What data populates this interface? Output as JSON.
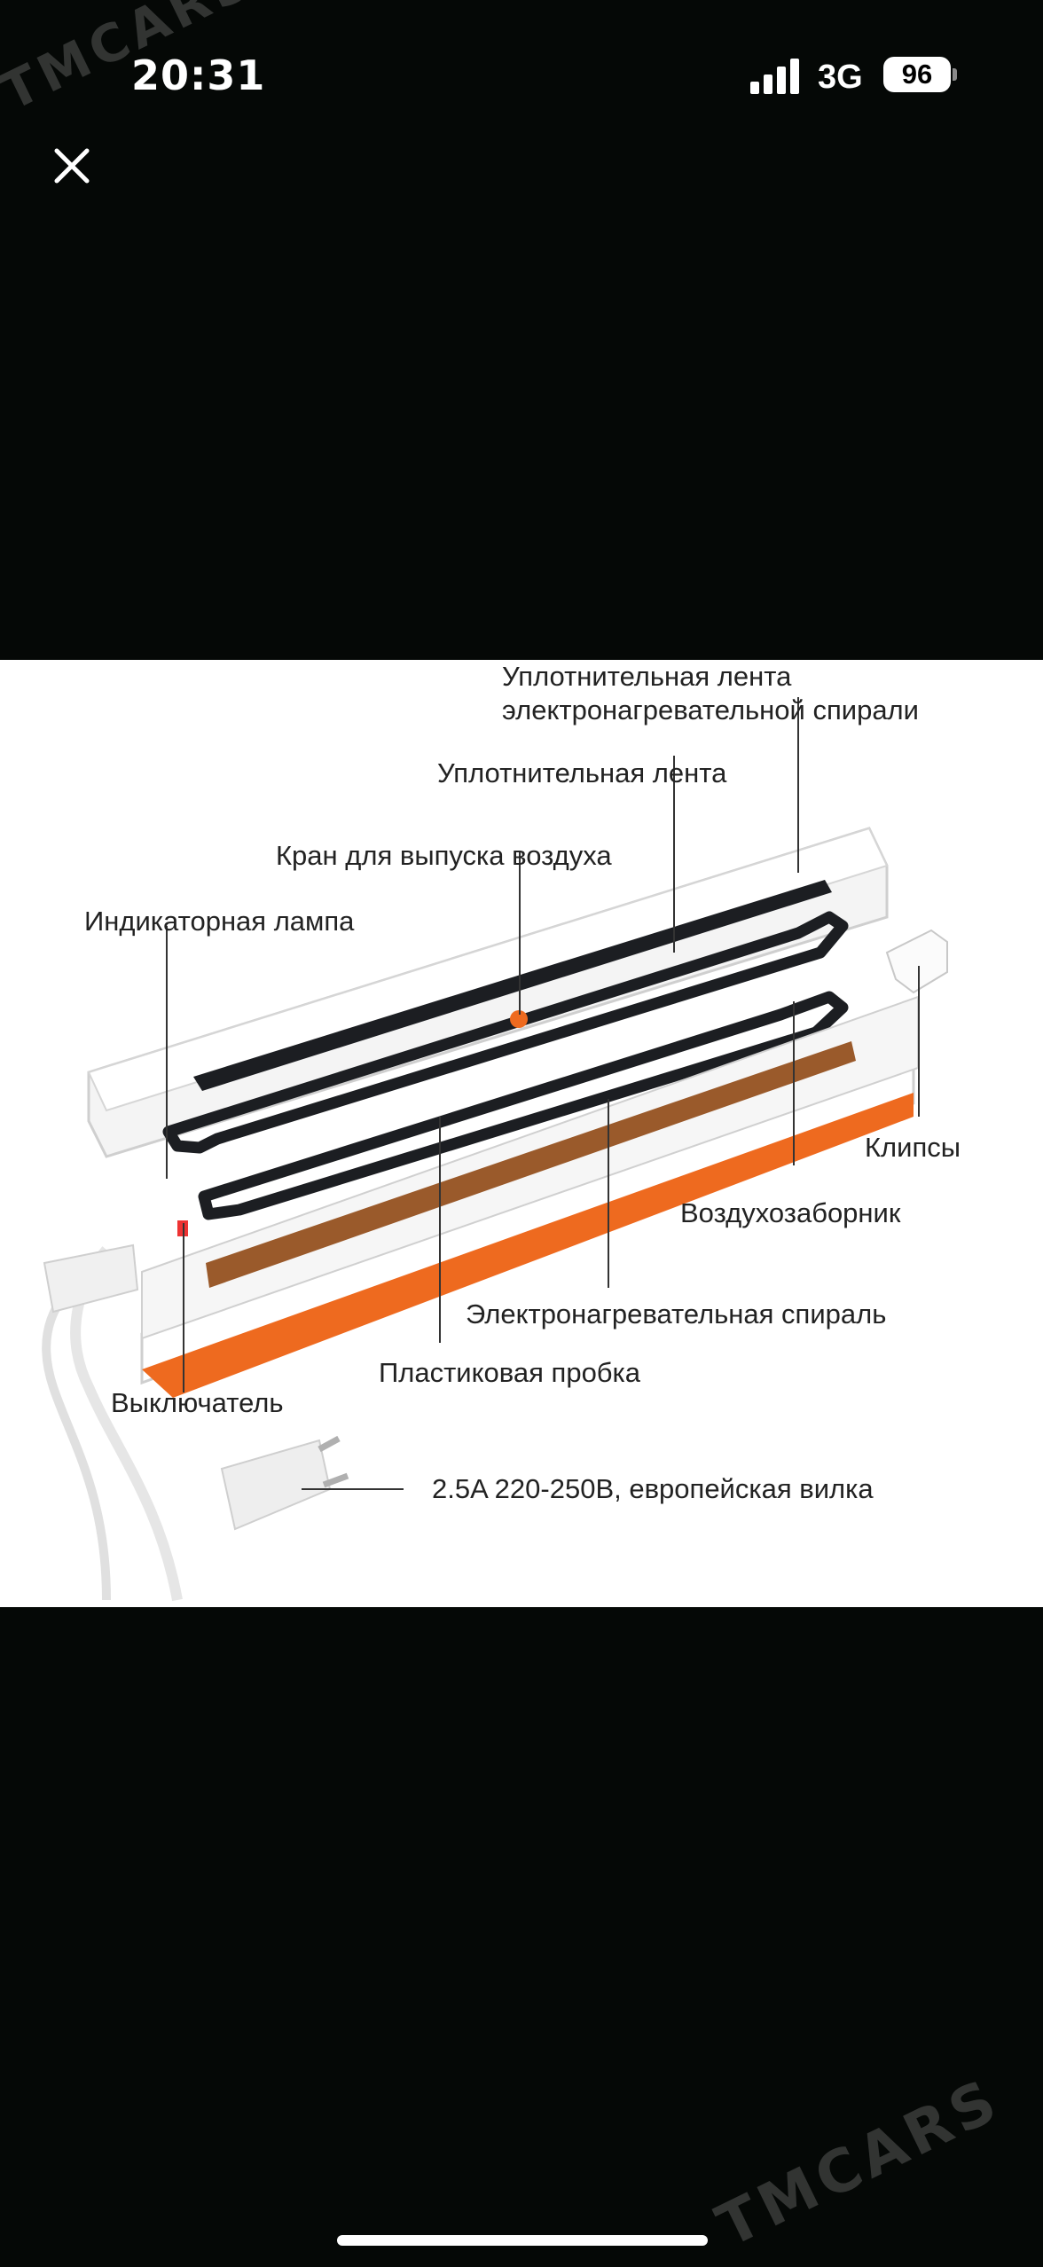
{
  "status_bar": {
    "time": "20:31",
    "network": "3G",
    "battery": "96"
  },
  "viewer": {
    "close_icon": "close-icon"
  },
  "watermark": "TMCARS",
  "labels": {
    "sealing_tape_heating_line1": "Уплотнительная лента",
    "sealing_tape_heating_line2": "электронагревательной спирали",
    "sealing_tape": "Уплотнительная лента",
    "air_release_valve": "Кран для выпуска воздуха",
    "indicator_lamp": "Индикаторная лампа",
    "clips": "Клипсы",
    "air_intake": "Воздухозаборник",
    "heating_wire": "Электронагревательная спираль",
    "plastic_plug": "Пластиковая пробка",
    "switch": "Выключатель",
    "plug_spec": "2.5A 220-250В, европейская вилка"
  },
  "colors": {
    "background": "#050806",
    "accent_orange": "#ee6a1f",
    "heating_strip": "#9a5a2b"
  }
}
